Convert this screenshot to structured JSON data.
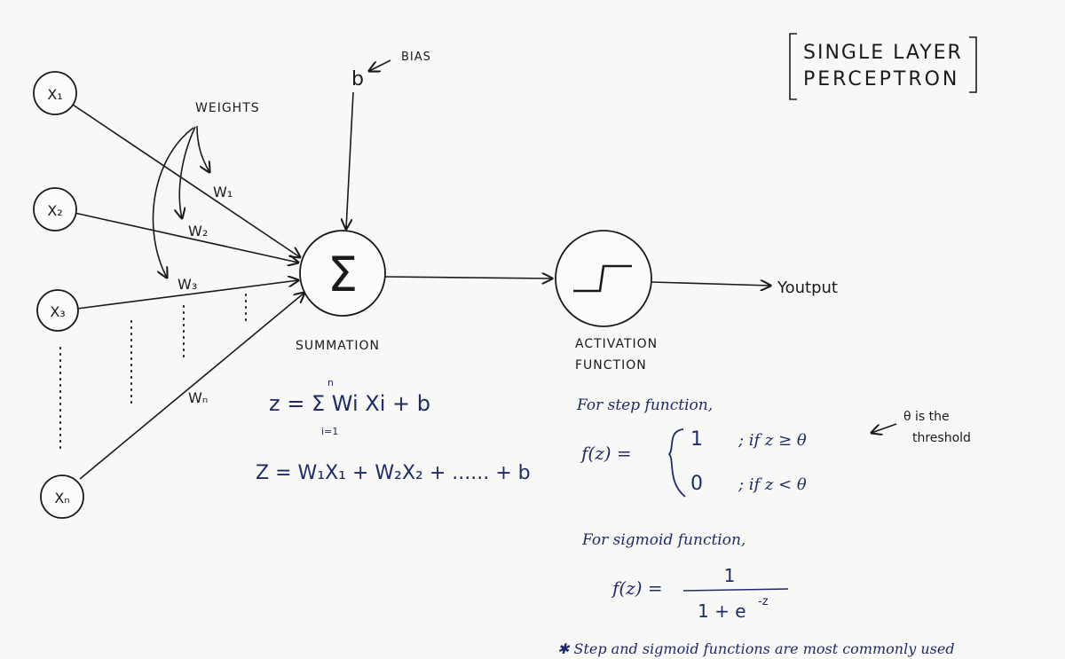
{
  "title": {
    "line1": "SINGLE LAYER",
    "line2": "PERCEPTRON"
  },
  "inputs": [
    "X₁",
    "X₂",
    "X₃",
    "Xₙ"
  ],
  "weights_label": "WEIGHTS",
  "weights": [
    "W₁",
    "W₂",
    "W₃",
    "Wₙ"
  ],
  "bias": {
    "symbol": "b",
    "label": "BIAS"
  },
  "summation": {
    "symbol": "Σ",
    "label": "SUMMATION"
  },
  "activation": {
    "label_line1": "ACTIVATION",
    "label_line2": "FUNCTION"
  },
  "output_label": "Youtput",
  "formula_sum": "z = Σ Wi Xi + b",
  "formula_sum_sup": "n",
  "formula_sum_sub": "i=1",
  "formula_expanded": "Z = W₁X₁ + W₂X₂ + ...... + b",
  "step": {
    "heading": "For step function,",
    "lhs": "f(z) =",
    "case1_value": "1",
    "case1_cond": "; if z ≥ θ",
    "case2_value": "0",
    "case2_cond": "; if z < θ",
    "note_line1": "θ is the",
    "note_line2": "threshold"
  },
  "sigmoid": {
    "heading": "For sigmoid function,",
    "lhs": "f(z) =",
    "numerator": "1",
    "denominator": "1 + e",
    "exponent": "-z"
  },
  "footnote": "✱ Step and sigmoid functions are most commonly used"
}
